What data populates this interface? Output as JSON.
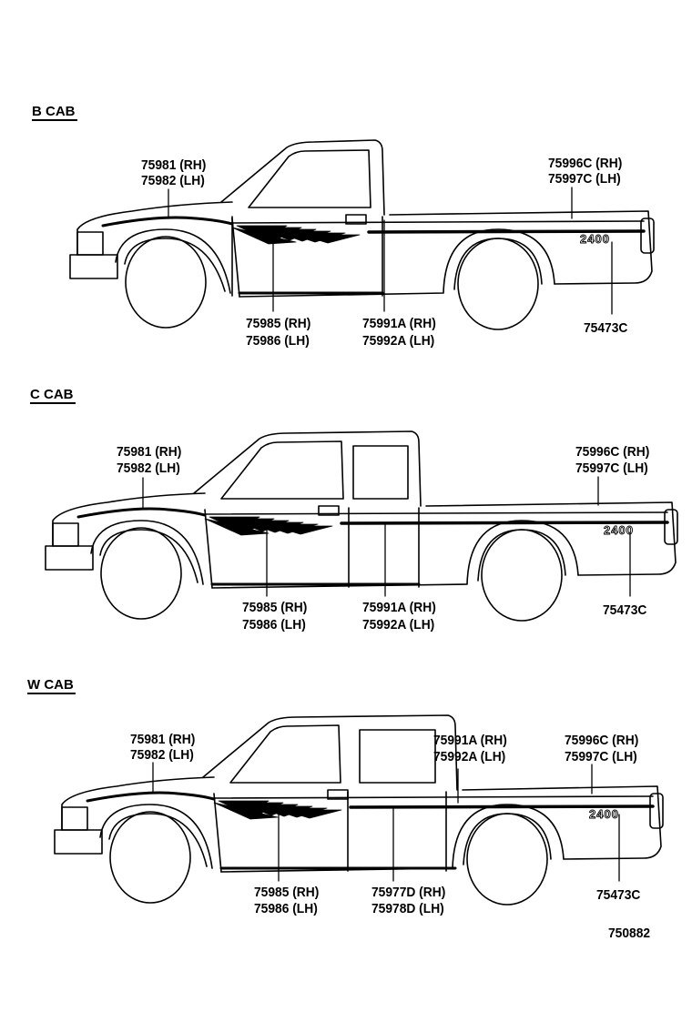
{
  "diagram_id": "750882",
  "sections": [
    {
      "title": "B CAB",
      "labels": {
        "fender": [
          "75981 (RH)",
          "75982 (LH)"
        ],
        "bed_stripe": [
          "75996C (RH)",
          "75997C (LH)"
        ],
        "door_graphic": [
          "75985 (RH)",
          "75986 (LH)"
        ],
        "door_stripe": [
          "75991A (RH)",
          "75992A (LH)"
        ],
        "emblem": "75473C"
      },
      "emblem_text": "2400"
    },
    {
      "title": "C CAB",
      "labels": {
        "fender": [
          "75981 (RH)",
          "75982 (LH)"
        ],
        "bed_stripe": [
          "75996C (RH)",
          "75997C (LH)"
        ],
        "door_graphic": [
          "75985 (RH)",
          "75986 (LH)"
        ],
        "door_stripe": [
          "75991A (RH)",
          "75992A (LH)"
        ],
        "emblem": "75473C"
      },
      "emblem_text": "2400"
    },
    {
      "title": "W CAB",
      "labels": {
        "fender": [
          "75981 (RH)",
          "75982 (LH)"
        ],
        "pillar_stripe": [
          "75991A (RH)",
          "75992A (LH)"
        ],
        "bed_stripe": [
          "75996C (RH)",
          "75997C (LH)"
        ],
        "door_graphic": [
          "75985 (RH)",
          "75986 (LH)"
        ],
        "door_stripe": [
          "75977D (RH)",
          "75978D (LH)"
        ],
        "emblem": "75473C"
      },
      "emblem_text": "2400"
    }
  ]
}
